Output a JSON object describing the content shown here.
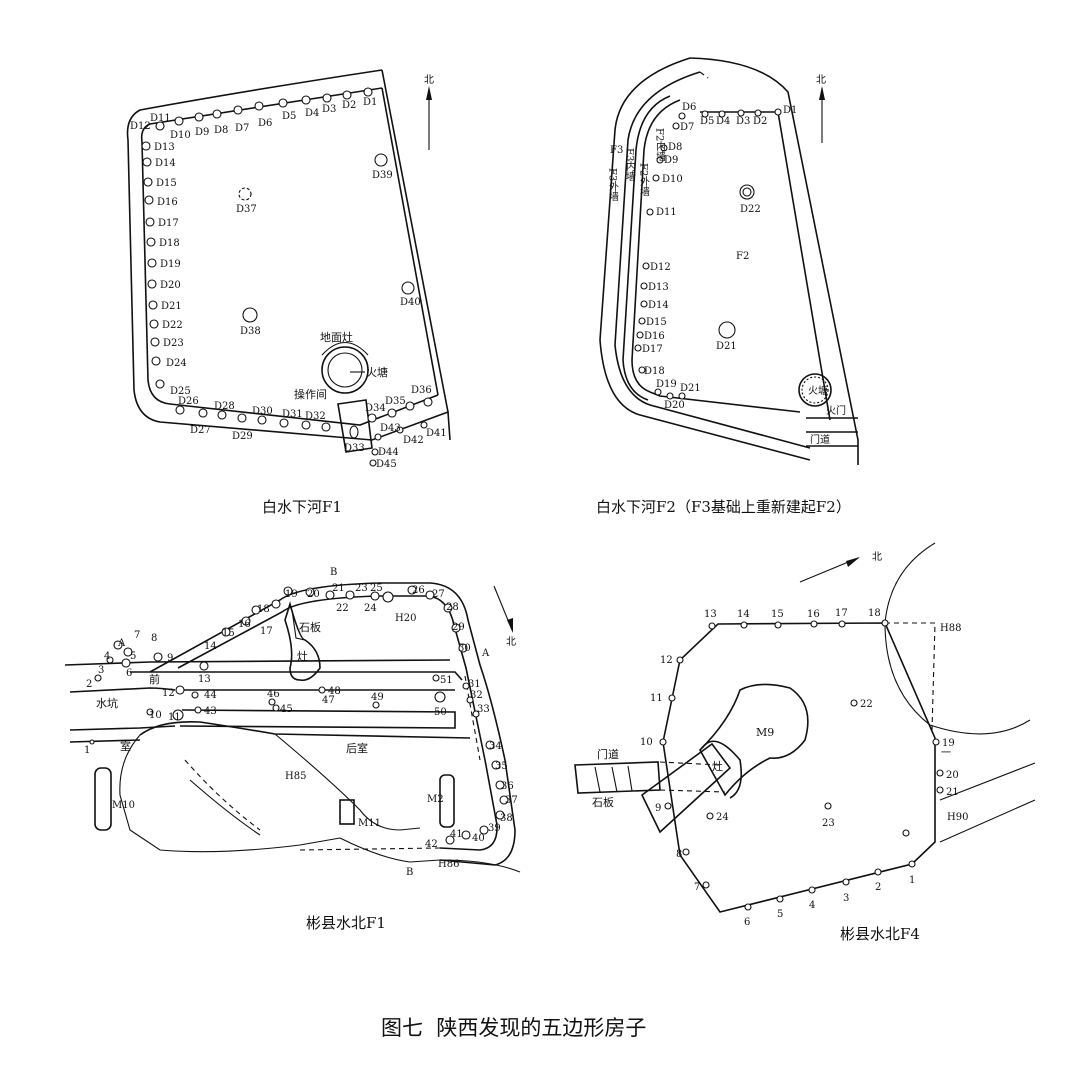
{
  "captions": {
    "p1": "白水下河F1",
    "p2": "白水下河F2（F3基础上重新建起F2）",
    "p3": "彬县水北F1",
    "p4": "彬县水北F4"
  },
  "figure_title": "图七  陕西发现的五边形房子",
  "north": "北",
  "p1": {
    "posts_top": [
      "D1",
      "D2",
      "D3",
      "D4",
      "D5",
      "D6",
      "D7",
      "D8",
      "D9",
      "D10",
      "D11",
      "D12"
    ],
    "posts_left": [
      "D13",
      "D14",
      "D15",
      "D16",
      "D17",
      "D18",
      "D19",
      "D20",
      "D21",
      "D22",
      "D23",
      "D24"
    ],
    "posts_bottom": [
      "D25",
      "D26",
      "D27",
      "D28",
      "D29",
      "D30",
      "D31",
      "D32",
      "D33",
      "D34",
      "D35",
      "D36"
    ],
    "posts_ent": [
      "D41",
      "D42",
      "D43",
      "D44",
      "D45"
    ],
    "interior": [
      "D37",
      "D38",
      "D39",
      "D40"
    ],
    "stove": "地面灶",
    "firepit": "火塘",
    "workroom": "操作间"
  },
  "p2": {
    "posts": [
      "D1",
      "D2",
      "D3",
      "D4",
      "D5",
      "D6",
      "D7",
      "D8",
      "D9",
      "D10",
      "D11",
      "D12",
      "D13",
      "D14",
      "D15",
      "D16",
      "D17",
      "D18",
      "D19",
      "D20",
      "D21"
    ],
    "interior": [
      "D22",
      "D21"
    ],
    "room": "F2",
    "walls": [
      "F3外墙",
      "F3内墙",
      "F2外墙",
      "F2内墙"
    ],
    "firepit": "火塘",
    "firegate": "火门",
    "doorway": "门道"
  },
  "p3": {
    "posts_top": [
      "19",
      "20",
      "21",
      "22",
      "23",
      "25",
      "24",
      "26",
      "27",
      "28",
      "29",
      "30"
    ],
    "posts_side": [
      "31",
      "32",
      "33",
      "34",
      "35",
      "36",
      "37",
      "38",
      "39",
      "40",
      "41",
      "42"
    ],
    "posts_left": [
      "1",
      "2",
      "3",
      "4",
      "5",
      "6",
      "7",
      "8",
      "9",
      "10",
      "11",
      "12",
      "13",
      "14",
      "15",
      "16",
      "17",
      "18"
    ],
    "interior": [
      "43",
      "44",
      "45",
      "46",
      "47",
      "48",
      "49",
      "50",
      "51"
    ],
    "labels": {
      "stone": "石板",
      "stove": "灶",
      "front": "前",
      "room": "室",
      "back": "后室",
      "pit": "水坑",
      "a": "A",
      "b": "B",
      "h20": "H20",
      "h85": "H85",
      "h86": "H86",
      "m2": "M2",
      "m10": "M10",
      "m11": "M11"
    }
  },
  "p4": {
    "posts": [
      "1",
      "2",
      "3",
      "4",
      "5",
      "6",
      "7",
      "8",
      "9",
      "10",
      "11",
      "12",
      "13",
      "14",
      "15",
      "16",
      "17",
      "18",
      "19",
      "20",
      "21",
      "22",
      "23",
      "24"
    ],
    "labels": {
      "m9": "M9",
      "stove": "灶",
      "door": "门道",
      "stone": "石板",
      "h88": "H88",
      "h90": "H90",
      "dash": "一"
    }
  }
}
